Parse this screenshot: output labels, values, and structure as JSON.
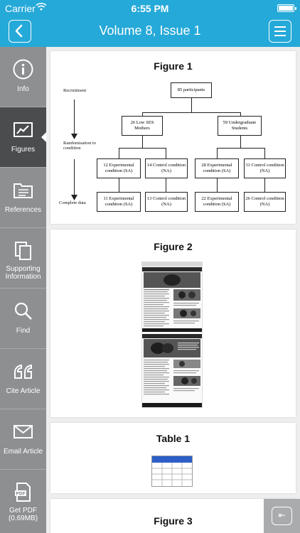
{
  "status": {
    "carrier": "Carrier",
    "time": "6:55 PM"
  },
  "header": {
    "title": "Volume 8, Issue 1"
  },
  "sidebar": {
    "items": [
      {
        "label": "Info"
      },
      {
        "label": "Figures"
      },
      {
        "label": "References"
      },
      {
        "label": "Supporting Information"
      },
      {
        "label": "Find"
      },
      {
        "label": "Cite Article"
      },
      {
        "label": "Email Article"
      },
      {
        "label": "Get PDF (0.69MB)"
      }
    ]
  },
  "content": {
    "cards": [
      {
        "title": "Figure 1"
      },
      {
        "title": "Figure 2"
      },
      {
        "title": "Table 1"
      },
      {
        "title": "Figure 3"
      }
    ],
    "figure1": {
      "stage_recruitment": "Recruitment",
      "stage_randomisation": "Randomisation to condition",
      "stage_complete": "Complete data",
      "total": "85 participants",
      "group_a": "26 Low SES Mothers",
      "group_b": "59 Undergraduate Students",
      "a_sa": "12 Experimental condition (SA)",
      "a_na": "14 Control condition (NA)",
      "b_sa": "28 Experimental condition (SA)",
      "b_na": "31 Control condition (NA)",
      "a_sa_done": "11 Experimental condition (SA)",
      "a_na_done": "13 Control condition (NA)",
      "b_sa_done": "22 Experimental condition (SA)",
      "b_na_done": "26 Control condition (NA)"
    },
    "colors": {
      "header": "#25a9d8",
      "sidebar": "#8d8f91",
      "sidebar_active": "#4a4c4e"
    }
  }
}
